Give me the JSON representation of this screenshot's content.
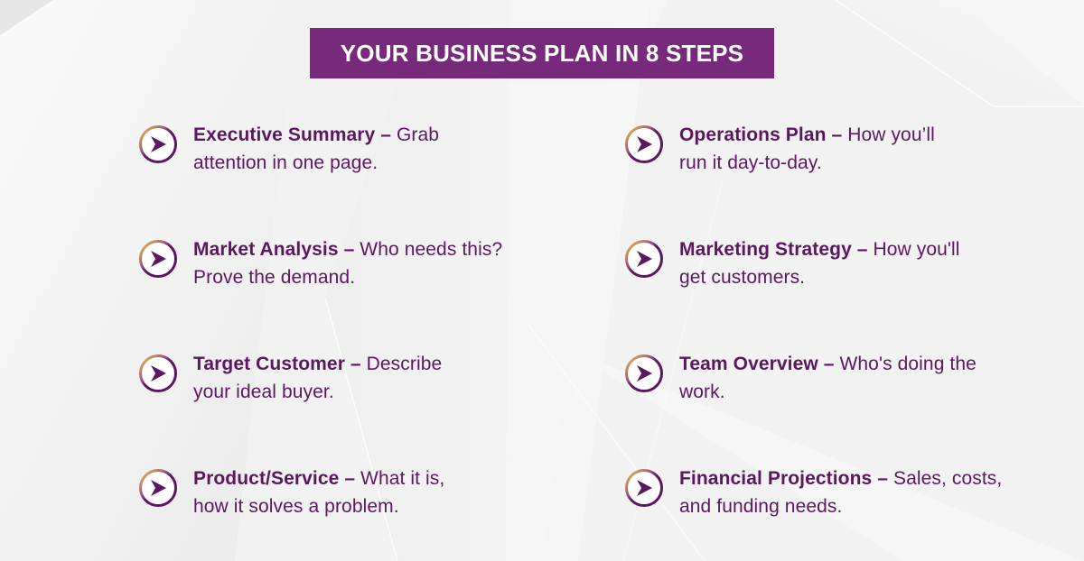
{
  "title": "YOUR BUSINESS PLAN IN 8 STEPS",
  "colors": {
    "brand_purple": "#772a7b",
    "text_purple": "#5c1760",
    "icon_accent_gold": "#f2c744",
    "background": "#f1f1f1"
  },
  "icon": "chevron-right-circle-icon",
  "steps": [
    {
      "title": "Executive Summary –",
      "desc": " Grab attention in one page."
    },
    {
      "title": "Market Analysis –",
      "desc": " Who needs this? Prove the demand."
    },
    {
      "title": "Target Customer –",
      "desc": " Describe your ideal buyer."
    },
    {
      "title": "Product/Service –",
      "desc": " What it is, how it solves a problem."
    },
    {
      "title": "Operations Plan –",
      "desc": " How you’ll run it day-to-day."
    },
    {
      "title": "Marketing Strategy –",
      "desc": " How you'll get customers."
    },
    {
      "title": "Team Overview –",
      "desc": " Who's doing the work."
    },
    {
      "title": "Financial Projections –",
      "desc": " Sales, costs, and funding needs."
    }
  ]
}
